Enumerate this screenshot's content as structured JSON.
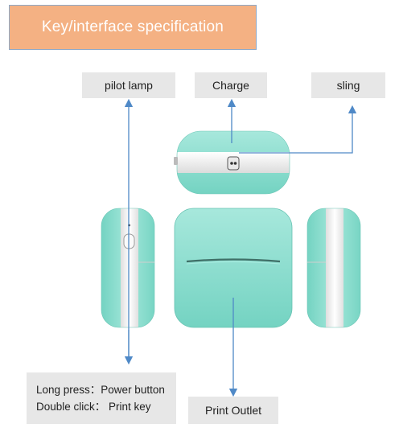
{
  "title": "Key/interface specification",
  "labels": {
    "pilot_lamp": "pilot lamp",
    "charge": "Charge",
    "sling": "sling",
    "keys_line1": "Long press：Power button",
    "keys_line2": "Double click： Print key",
    "print_outlet": "Print Outlet"
  },
  "colors": {
    "banner": "#f4b183",
    "label_bg": "#e7e7e7",
    "device_mint": "#8fe0d1",
    "device_band": "#f2f2f2",
    "arrow": "#4f89c7"
  }
}
